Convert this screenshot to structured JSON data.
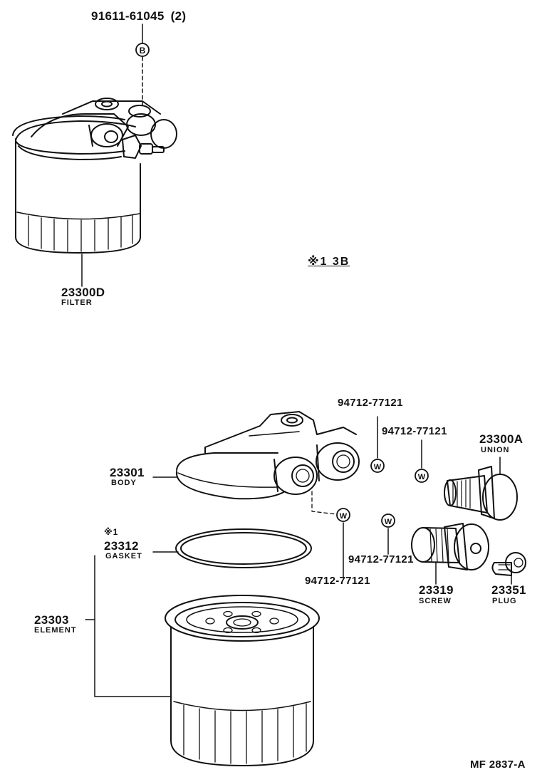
{
  "bolt": {
    "part_no": "91611-61045",
    "qty": "(2)",
    "marker": "B"
  },
  "filter": {
    "part_no": "23300D",
    "name": "FILTER"
  },
  "reference": {
    "text": "※1  3B"
  },
  "body": {
    "part_no": "23301",
    "name": "BODY"
  },
  "union": {
    "part_no": "23300A",
    "name": "UNION"
  },
  "gasket": {
    "note": "※1",
    "part_no": "23312",
    "name": "GASKET"
  },
  "element": {
    "part_no": "23303",
    "name": "ELEMENT"
  },
  "screw": {
    "part_no": "23319",
    "name": "SCREW"
  },
  "plug": {
    "part_no": "23351",
    "name": "PLUG"
  },
  "washers": [
    {
      "part_no": "94712-77121",
      "marker": "W"
    },
    {
      "part_no": "94712-77121",
      "marker": "W"
    },
    {
      "part_no": "94712-77121",
      "marker": "W"
    },
    {
      "part_no": "94712-77121",
      "marker": "W"
    }
  ],
  "figure_id": "MF 2837-A"
}
